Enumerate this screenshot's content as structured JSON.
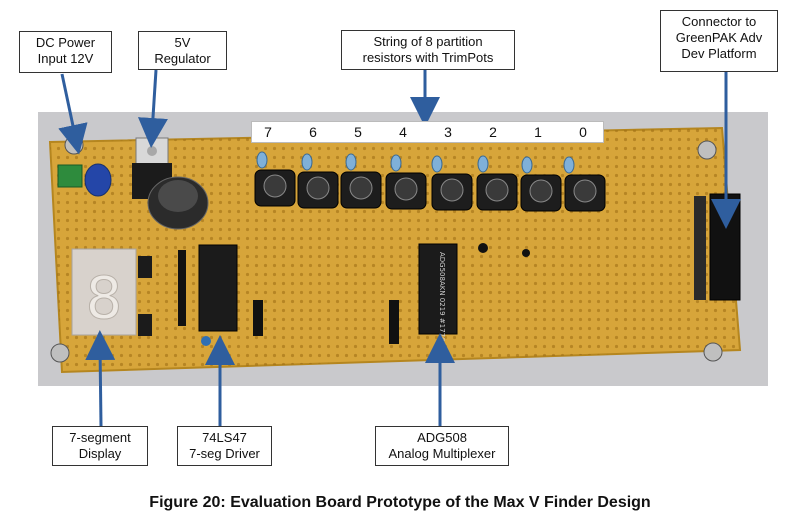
{
  "callouts": {
    "dc_power": "DC Power\nInput 12V",
    "regulator": "5V\nRegulator",
    "resistors": "String of 8 partition\nresistors with TrimPots",
    "connector": "Connector to\nGreenPAK Adv\nDev Platform",
    "seven_segment": "7-segment\nDisplay",
    "driver": "74LS47\n7-seg Driver",
    "multiplexer": "ADG508\nAnalog Multiplexer"
  },
  "resistor_numbers": [
    "7",
    "6",
    "5",
    "4",
    "3",
    "2",
    "1",
    "0"
  ],
  "display_digit": "8",
  "chip_marking": "ADG508AKN 0219 #1770",
  "caption": "Figure 20: Evaluation Board Prototype of the Max V Finder Design",
  "colors": {
    "board": "#d7a53a",
    "board_edge": "#c08f2a",
    "background_wall": "#c9c9cc",
    "callout_arrow": "#2f5e9e",
    "trimpot": "#1d1d1d",
    "header_pins": "#111111"
  }
}
